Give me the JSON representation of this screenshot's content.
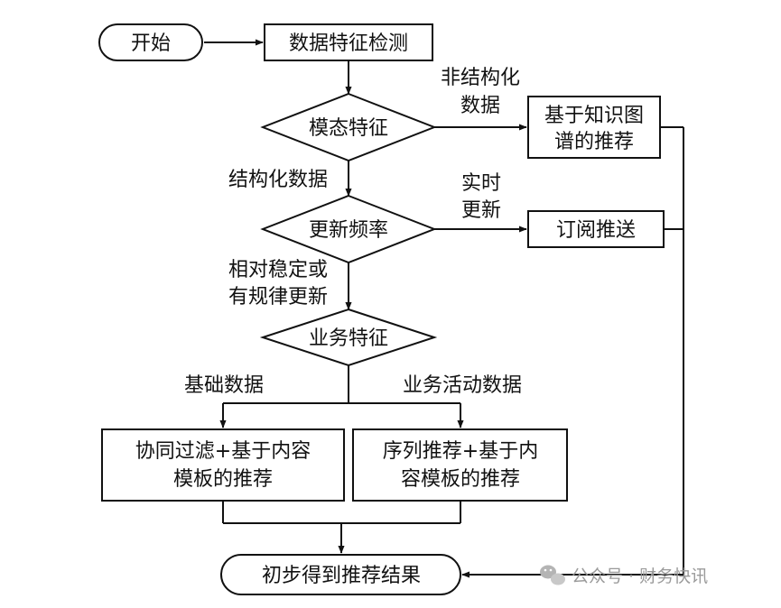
{
  "nodes": {
    "start": "开始",
    "detect": "数据特征检测",
    "modality": "模态特征",
    "kg_line1": "基于知识图",
    "kg_line2": "谱的推荐",
    "frequency": "更新频率",
    "subscribe": "订阅推送",
    "business": "业务特征",
    "cf_line1": "协同过滤+基于内容",
    "cf_line2": "模板的推荐",
    "seq_line1": "序列推荐+基于内",
    "seq_line2": "容模板的推荐",
    "result": "初步得到推荐结果"
  },
  "edges": {
    "unstructured_line1": "非结构化",
    "unstructured_line2": "数据",
    "structured": "结构化数据",
    "realtime_line1": "实时",
    "realtime_line2": "更新",
    "stable_line1": "相对稳定或",
    "stable_line2": "有规律更新",
    "basic": "基础数据",
    "activity": "业务活动数据"
  },
  "watermark": {
    "icon": "wechat-icon",
    "text": "公众号 · 财务快讯"
  }
}
